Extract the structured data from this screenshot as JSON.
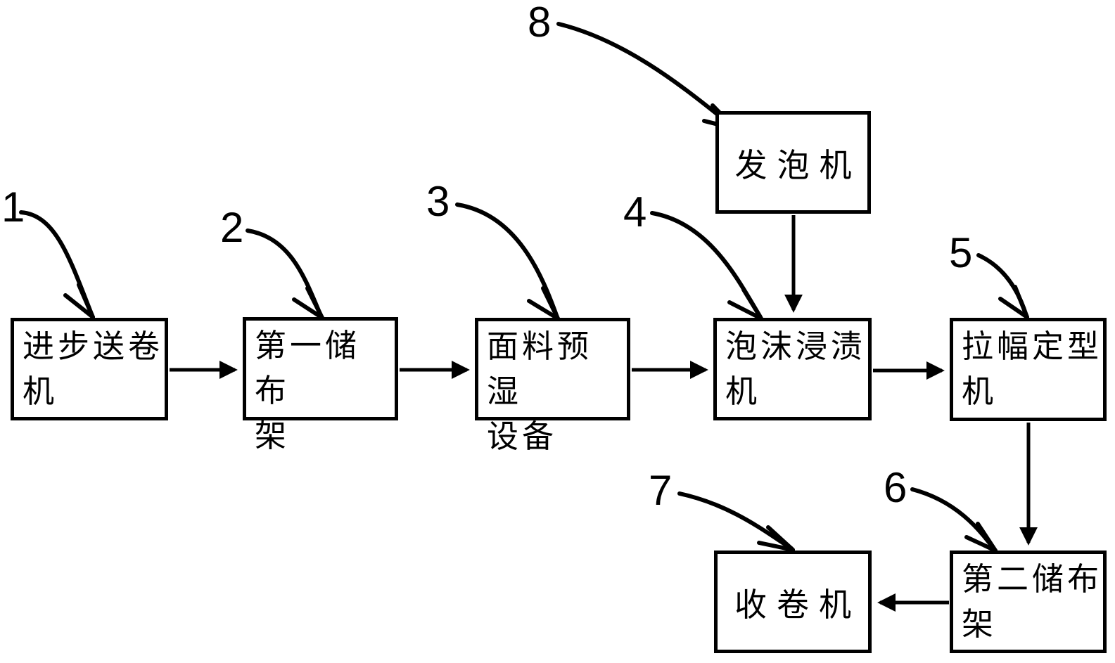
{
  "figure": {
    "type": "process-flow-diagram",
    "boxes": {
      "box1": {
        "ref": "1",
        "label": "进步送卷机",
        "lines": [
          "进步送卷",
          "机"
        ]
      },
      "box2": {
        "ref": "2",
        "label": "第一储布架",
        "lines": [
          "第一储布",
          "架"
        ]
      },
      "box3": {
        "ref": "3",
        "label": "面料预湿设备",
        "lines": [
          "面料预湿",
          "设备"
        ]
      },
      "box4": {
        "ref": "4",
        "label": "泡沫浸渍机",
        "lines": [
          "泡沫浸渍",
          "机"
        ]
      },
      "box5": {
        "ref": "5",
        "label": "拉幅定型机",
        "lines": [
          "拉幅定型",
          "机"
        ]
      },
      "box8": {
        "ref": "8",
        "label": "发泡机",
        "lines": [
          "发泡机"
        ]
      },
      "box7": {
        "ref": "7",
        "label": "收卷机",
        "lines": [
          "收卷机"
        ]
      },
      "box6": {
        "ref": "6",
        "label": "第二储布架",
        "lines": [
          "第二储布",
          "架"
        ]
      }
    },
    "ref_labels": {
      "l1": "1",
      "l2": "2",
      "l3": "3",
      "l4": "4",
      "l5": "5",
      "l6": "6",
      "l7": "7",
      "l8": "8"
    },
    "flow_order": "1 → 2 → 3 → 4 (+8) → 5 → 6 → 7"
  },
  "colors": {
    "line": "#000000",
    "background": "#ffffff",
    "text": "#000000"
  }
}
